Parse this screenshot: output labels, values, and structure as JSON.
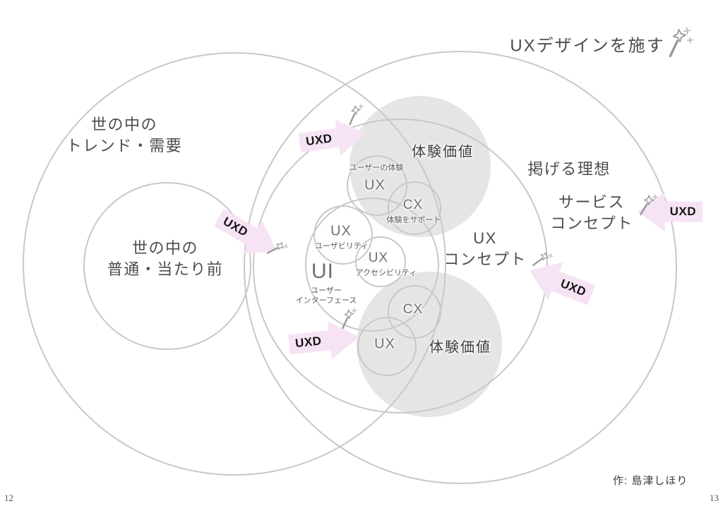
{
  "title": "UXデザインを施す",
  "labels": {
    "trend_line1": "世の中の",
    "trend_line2": "トレンド・需要",
    "normal_line1": "世の中の",
    "normal_line2": "普通・当たり前",
    "ideal": "掲げる理想",
    "service_line1": "サービス",
    "service_line2": "コンセプト",
    "value_top": "体験価値",
    "value_bottom": "体験価値",
    "ux_concept_line1": "UX",
    "ux_concept_line2": "コンセプト"
  },
  "circles": {
    "ux_top": "UX",
    "ux_top_caption": "ユーザーの体験",
    "cx_top": "CX",
    "cx_top_caption": "体験をサポート",
    "ux_usability": "UX",
    "ux_usability_caption": "ユーザビリティ",
    "ux_accessibility": "UX",
    "ux_accessibility_caption": "アクセシビリティ",
    "ui": "UI",
    "ui_caption_line1": "ユーザー",
    "ui_caption_line2": "インターフェース",
    "cx_bottom": "CX",
    "ux_bottom": "UX"
  },
  "arrow_label": "UXD",
  "footer": {
    "credit": "作: 島津しほり",
    "page_left": "12",
    "page_right": "13"
  },
  "colors": {
    "text": "#4a4a4a",
    "circle_stroke": "#c8c8c8",
    "blob_fill": "#e5e5e5",
    "arrow_fill": "#f6e3f4",
    "arrow_text": "#141414"
  }
}
